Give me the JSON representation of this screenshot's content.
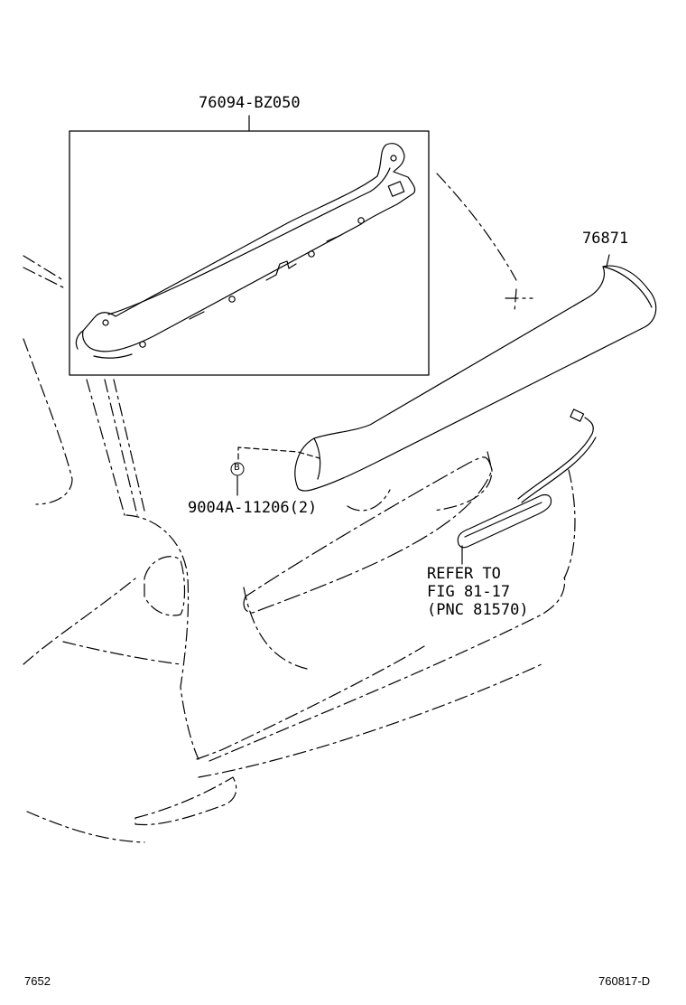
{
  "labels": {
    "part_inset": "76094-BZ050",
    "part_spoiler": "76871",
    "part_fastener": "9004A-11206(2)",
    "fastener_marker": "B",
    "refer_line1": "REFER TO",
    "refer_line2": "FIG 81-17",
    "refer_line3": "(PNC 81570)"
  },
  "footer": {
    "left_code": "7652",
    "right_code": "760817-D"
  }
}
